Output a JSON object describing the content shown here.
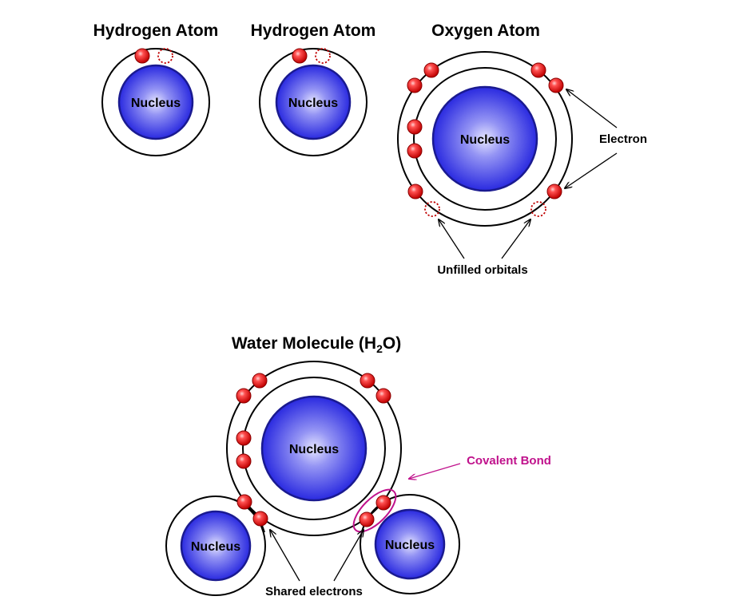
{
  "titles": {
    "hydrogen_1": "Hydrogen Atom",
    "hydrogen_2": "Hydrogen Atom",
    "oxygen": "Oxygen Atom",
    "water_prefix": "Water Molecule (H",
    "water_sub": "2",
    "water_suffix": "O)"
  },
  "nucleus_label": "Nucleus",
  "annotations": {
    "electron": "Electron",
    "unfilled_orbitals": "Unfilled orbitals",
    "covalent_bond": "Covalent Bond",
    "shared_electrons": "Shared electrons"
  },
  "colors": {
    "nucleus": "#2a2ae0",
    "electron": "#e02020",
    "covalent_bond": "#c0128c",
    "unfilled_orbital": "#c00000"
  }
}
